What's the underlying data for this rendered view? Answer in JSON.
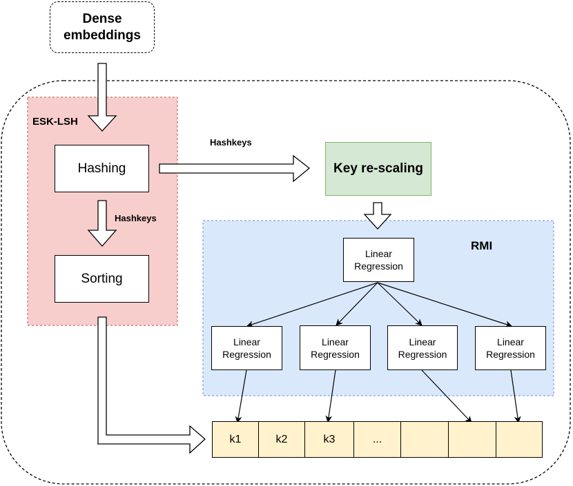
{
  "input": {
    "label_line1": "Dense",
    "label_line2": "embeddings"
  },
  "esk_lsh": {
    "title": "ESK-LSH",
    "hashing": "Hashing",
    "sorting": "Sorting",
    "hashkeys_label": "Hashkeys"
  },
  "hashkeys_edge_label": "Hashkeys",
  "key_rescaling": {
    "label": "Key re-scaling"
  },
  "rmi": {
    "title": "RMI",
    "root": {
      "line1": "Linear",
      "line2": "Regression"
    },
    "leaves": [
      {
        "line1": "Linear",
        "line2": "Regression"
      },
      {
        "line1": "Linear",
        "line2": "Regression"
      },
      {
        "line1": "Linear",
        "line2": "Regression"
      },
      {
        "line1": "Linear",
        "line2": "Regression"
      }
    ]
  },
  "key_array": {
    "cells": [
      "k1",
      "k2",
      "k3",
      "...",
      "",
      "",
      ""
    ]
  },
  "colors": {
    "esk_fill": "#f8cecc",
    "esk_border": "#b85450",
    "rescale_fill": "#d5e8d4",
    "rescale_border": "#82b366",
    "rmi_fill": "#dae8fc",
    "rmi_border": "#6c8ebf",
    "key_fill": "#fff2cc"
  }
}
